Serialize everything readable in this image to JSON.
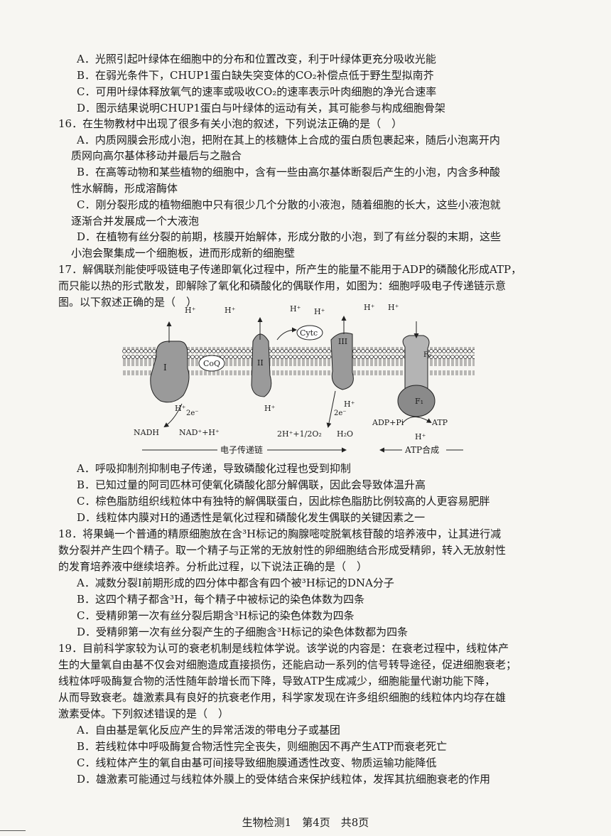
{
  "lines": [
    "A．光照引起叶绿体在细胞中的分布和位置改变，利于叶绿体更充分吸收光能",
    "B．在弱光条件下，CHUP1蛋白缺失突变体的CO₂补偿点低于野生型拟南芥",
    "C．可用叶绿体释放氧气的速率或吸收CO₂的速率表示叶肉细胞的净光合速率",
    "D．图示结果说明CHUP1蛋白与叶绿体的运动有关，其可能参与构成细胞骨架",
    "16．在生物教材中出现了很多有关小泡的叙述，下列说法正确的是（　）",
    "A．内质网膜会形成小泡，把附在其上的核糖体上合成的蛋白质包裹起来，随后小泡离开内",
    "质网向高尔基体移动并最后与之融合",
    "B．在高等动物和某些植物的细胞中，含有一些由高尔基体断裂后产生的小泡，内含多种酸",
    "性水解酶，形成溶酶体",
    "C．刚分裂形成的植物细胞中只有很少几个分散的小液泡，随着细胞的长大，这些小液泡就",
    "逐渐合并发展成一个大液泡",
    "D．在植物有丝分裂的前期，核膜开始解体，形成分散的小泡，到了有丝分裂的末期，这些",
    "小泡会聚集成一个细胞板，进而形成新的细胞壁",
    "17．解偶联剂能使呼吸链电子传递即氧化过程中，所产生的能量不能用于ADP的磷酸化形成ATP，",
    "而只能以热的形式散发，即解除了氧化和磷酸化的偶联作用，如图为：细胞呼吸电子传递链示意",
    "图。以下叙述正确的是（　）",
    "A．呼吸抑制剂抑制电子传递，导致磷酸化过程也受到抑制",
    "B．已知过量的阿司匹林可使氧化磷酸化部分解偶联，因此会导致体温升高",
    "C．棕色脂肪组织线粒体中有独特的解偶联蛋白，因此棕色脂肪比例较高的人更容易肥胖",
    "D．线粒体内膜对H的通透性是氧化过程和磷酸化发生偶联的关键因素之一",
    "18．将果蝇一个普通的精原细胞放在含³H标记的胸腺嘧啶脱氧核苷酸的培养液中，让其进行减",
    "数分裂并产生四个精子。取一个精子与正常的无放射性的卵细胞结合形成受精卵，转入无放射性",
    "的发育培养液中继续培养。分析此过程，以下说法正确的是（　）",
    "A．减数分裂Ⅰ前期形成的四分体中都含有四个被³H标记的DNA分子",
    "B．这四个精子都含³H，每个精子中被标记的染色体数为四条",
    "C．受精卵第一次有丝分裂后期含³H标记的染色体数为四条",
    "D．受精卵第一次有丝分裂产生的子细胞含³H标记的染色体数都为四条",
    "19．目前科学家较为认可的衰老机制是线粒体学说。该学说的内容是：在衰老过程中，线粒体产",
    "生的大量氧自由基不仅会对细胞造成直接损伤，还能启动一系列的信号转导途径，促进细胞衰老；",
    "线粒体呼吸酶复合物的活性随年龄增长而下降，导致ATP生成减少，细胞能量代谢功能下降，",
    "从而导致衰老。雄激素具有良好的抗衰老作用，科学家发现在许多组织细胞的线粒体内均存在雄",
    "激素受体。下列叙述错误的是（　）",
    "A．自由基是氧化反应产生的异常活泼的带电分子或基团",
    "B．若线粒体中呼吸酶复合物活性完全丧失，则细胞因不再产生ATP而衰老死亡",
    "C．线粒体产生的氧自由基可间接导致细胞膜通透性改变、物质运输功能降低",
    "D．雄激素可能通过与线粒体外膜上的受体结合来保护线粒体，发挥其抗细胞衰老的作用"
  ],
  "diagram": {
    "hplus": [
      "H⁺",
      "H⁺",
      "H⁺",
      "H⁺",
      "H⁺",
      "H⁺",
      "H⁺",
      "H⁺",
      "H⁺",
      "H⁺"
    ],
    "complex_I": "I",
    "complex_II": "II",
    "complex_III": "III",
    "coq": "CoQ",
    "cytc": "Cytc",
    "f0": "F₀",
    "f1": "F₁",
    "e_left": "2e⁻",
    "e_right": "2e⁻",
    "nadh": "NADH",
    "nad": "NAD⁺+H⁺",
    "water_in": "2H⁺+1/2O₂",
    "water_out": "H₂O",
    "adp": "ADP+Pi",
    "atp": "ATP",
    "etc_label": "电子传递链",
    "atp_label": "ATP合成"
  },
  "footer": "生物检测1　第4页　共8页"
}
